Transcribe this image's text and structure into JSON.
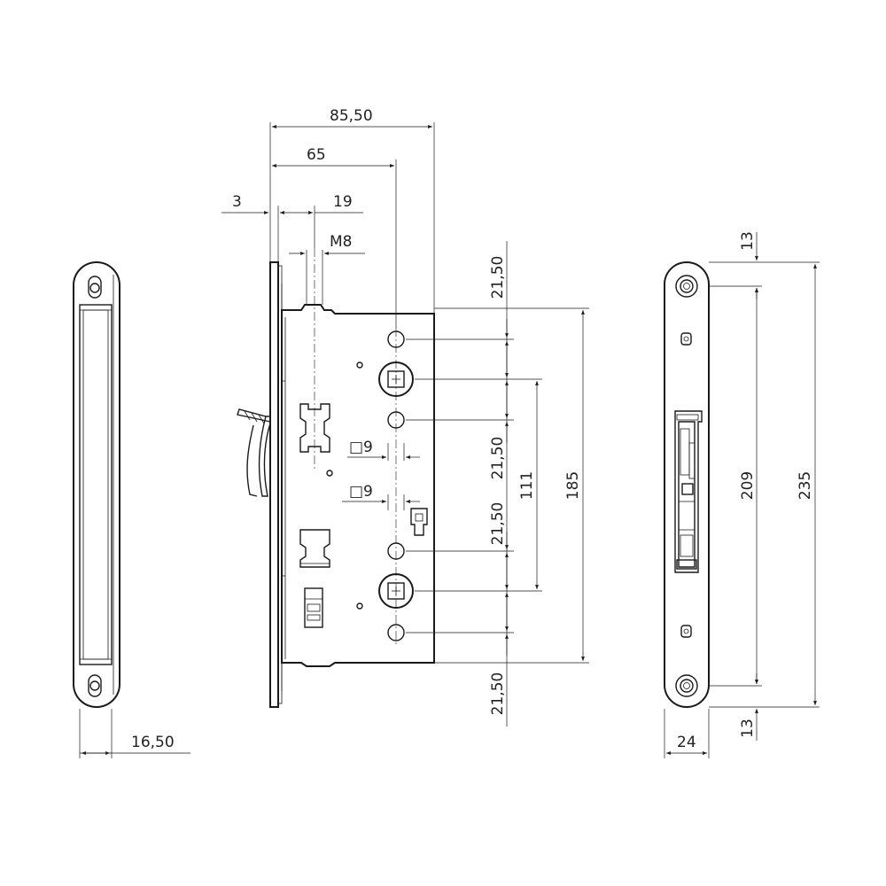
{
  "dimensions": {
    "left_faceplate_width": "16,50",
    "overall_depth": "85,50",
    "backset": "65",
    "faceplate_thickness": "3",
    "cylinder_offset": "19",
    "thread": "M8",
    "square_upper": "□9",
    "square_lower": "□9",
    "pitch_top": "21,50",
    "pitch_2": "21,50",
    "pitch_3": "21,50",
    "pitch_bottom": "21,50",
    "center_distance": "111",
    "case_height": "185",
    "faceplate_length": "235",
    "screw_distance": "209",
    "screw_top_offset": "13",
    "screw_bottom_offset": "13",
    "right_faceplate_width": "24"
  },
  "colors": {
    "line": "#1a1a1a",
    "background": "#ffffff"
  }
}
